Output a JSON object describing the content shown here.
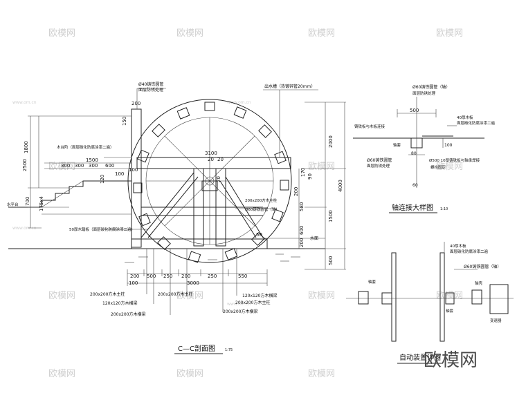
{
  "section_title": "C—C剖面图",
  "section_scale": "1:75",
  "detail_axis_title": "轴连接大样图",
  "detail_axis_scale": "1:10",
  "detail_auto_title": "自动装置详图",
  "watermark": "欧模网",
  "watermark_small": "www.om.cn",
  "labels": {
    "pipe_top": "Ø40铸铁圆管",
    "pipe_top_sub": "面层防锈处理",
    "trough": "出水槽（热镀锌管20mm）",
    "platform": "木台阶（面层碳化防腐涂漆二遍）",
    "water_platform": "水平台",
    "wood_stair": "50厚木踏板（面层碳化防腐涂漆二遍）",
    "beam_200_top": "200x200方木主柱",
    "pipe_mid": "Ø60铸铁圆管（轴）",
    "water_level": "水面",
    "b1": "200x200方木主柱",
    "b2": "120x120方木横梁",
    "b3": "200x200方木横梁",
    "b4": "200x200方木主柱",
    "b5": "120x120方木横梁",
    "b6": "200x200方木主柱",
    "b7": "200x200方木横梁",
    "ax_pipe": "Ø60铸铁圆管（轴）",
    "ax_pipe_sub": "面层防锈处理",
    "ax_left": "铸铁板与木板连接",
    "ax_right": "40厚木板",
    "ax_right_sub": "面层碳化防腐涂漆二遍",
    "ax_bolt": "轴套",
    "ax_pipe2": "Ø60铸铁圆管",
    "ax_pipe2_sub": "面层防锈处理",
    "ax_right2": "Ø500 10厚铸铁板与轴承焊接",
    "ax_fix": "螺栓固定",
    "au_top": "40厚木板",
    "au_top_sub": "面层碳化防腐涂漆二遍",
    "au_pipe": "Ø60铸铁圆管（轴）",
    "au_left": "轴套",
    "au_mid": "轴套",
    "au_right": "轴壳",
    "au_box": "变速器"
  },
  "dims": {
    "d1800": "1800",
    "d2500": "2500",
    "d700": "700",
    "d175": "175x4",
    "d1500": "1500",
    "d300a": "300",
    "d300b": "300",
    "d300c": "300",
    "d600": "600",
    "d120": "120",
    "d100": "100",
    "d200top": "200",
    "d150": "150",
    "d3100": "3100",
    "d20a": "20",
    "d20b": "20",
    "d20c": "20",
    "d100b": "100",
    "d2000": "2000",
    "d4000": "4000",
    "d1500r": "1500",
    "d500r": "500",
    "d200r": "200",
    "d170": "170",
    "d90": "90",
    "d580": "580",
    "d600r": "600",
    "d200r2": "200",
    "d50": "50",
    "b200a": "200",
    "b500": "500",
    "b250a": "250",
    "b200b": "200",
    "b250b": "250",
    "b550": "550",
    "b100": "100",
    "b3000": "3000",
    "a500": "500",
    "a100": "100",
    "a80": "80",
    "a60": "60"
  }
}
